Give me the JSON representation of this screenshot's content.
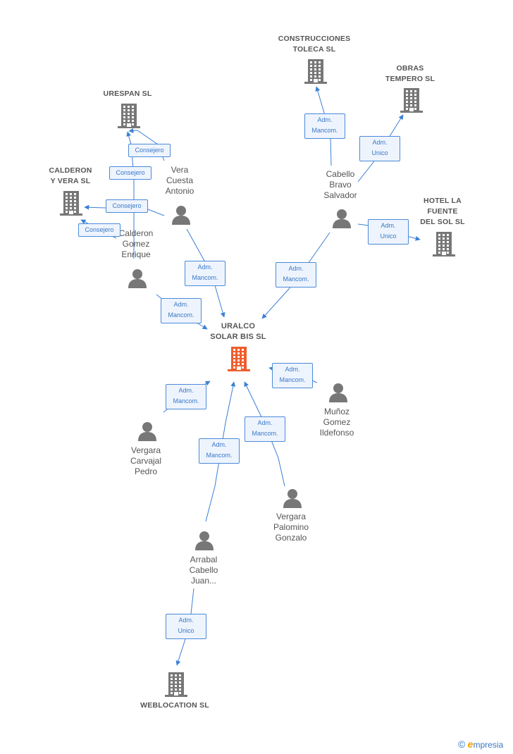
{
  "colors": {
    "edge": "#3a7fd5",
    "company": "#777777",
    "main_company": "#ef5c2b",
    "person": "#777777",
    "label": "#555555"
  },
  "brand": {
    "copyright": "©",
    "first_letter": "e",
    "rest": "mpresia"
  },
  "nodes": [
    {
      "id": "uralco",
      "type": "company",
      "main": true,
      "label": "URALCO\nSOLAR BIS SL",
      "icon": "building-icon"
    },
    {
      "id": "construcciones",
      "type": "company",
      "label": "CONSTRUCCIONES\nTOLECA SL",
      "icon": "building-icon"
    },
    {
      "id": "obras",
      "type": "company",
      "label": "OBRAS\nTEMPERO SL",
      "icon": "building-icon"
    },
    {
      "id": "urespan",
      "type": "company",
      "label": "URESPAN SL",
      "icon": "building-icon"
    },
    {
      "id": "calderon_vera",
      "type": "company",
      "label": "CALDERON\nY VERA SL",
      "icon": "building-icon"
    },
    {
      "id": "hotel",
      "type": "company",
      "label": "HOTEL LA\nFUENTE\nDEL SOL SL",
      "icon": "building-icon"
    },
    {
      "id": "weblocation",
      "type": "company",
      "label": "WEBLOCATION SL",
      "icon": "building-icon"
    },
    {
      "id": "vera",
      "type": "person",
      "label": "Vera\nCuesta\nAntonio",
      "icon": "person-icon"
    },
    {
      "id": "calderon",
      "type": "person",
      "label": "Calderon\nGomez\nEnrique",
      "icon": "person-icon"
    },
    {
      "id": "cabello",
      "type": "person",
      "label": "Cabello\nBravo\nSalvador",
      "icon": "person-icon"
    },
    {
      "id": "munoz",
      "type": "person",
      "label": "Muñoz\nGomez\nIldefonso",
      "icon": "person-icon"
    },
    {
      "id": "vergara_c",
      "type": "person",
      "label": "Vergara\nCarvajal\nPedro",
      "icon": "person-icon"
    },
    {
      "id": "vergara_p",
      "type": "person",
      "label": "Vergara\nPalomino\nGonzalo",
      "icon": "person-icon"
    },
    {
      "id": "arrabal",
      "type": "person",
      "label": "Arrabal\nCabello\nJuan...",
      "icon": "person-icon"
    }
  ],
  "edges": [
    {
      "from": "cabello",
      "to": "construcciones",
      "label": "Adm.\nMancom."
    },
    {
      "from": "cabello",
      "to": "obras",
      "label": "Adm.\nUnico"
    },
    {
      "from": "cabello",
      "to": "hotel",
      "label": "Adm.\nUnico"
    },
    {
      "from": "cabello",
      "to": "uralco",
      "label": "Adm.\nMancom."
    },
    {
      "from": "vera",
      "to": "urespan",
      "label": "Consejero"
    },
    {
      "from": "vera",
      "to": "calderon_vera",
      "label": "Consejero"
    },
    {
      "from": "vera",
      "to": "uralco",
      "label": "Adm.\nMancom."
    },
    {
      "from": "calderon",
      "to": "urespan",
      "label": "Consejero"
    },
    {
      "from": "calderon",
      "to": "calderon_vera",
      "label": "Consejero"
    },
    {
      "from": "calderon",
      "to": "uralco",
      "label": "Adm.\nMancom."
    },
    {
      "from": "munoz",
      "to": "uralco",
      "label": "Adm.\nMancom."
    },
    {
      "from": "vergara_c",
      "to": "uralco",
      "label": "Adm.\nMancom."
    },
    {
      "from": "vergara_p",
      "to": "uralco",
      "label": "Adm.\nMancom."
    },
    {
      "from": "arrabal",
      "to": "uralco",
      "label": "Adm.\nMancom."
    },
    {
      "from": "arrabal",
      "to": "weblocation",
      "label": "Adm.\nUnico"
    }
  ]
}
